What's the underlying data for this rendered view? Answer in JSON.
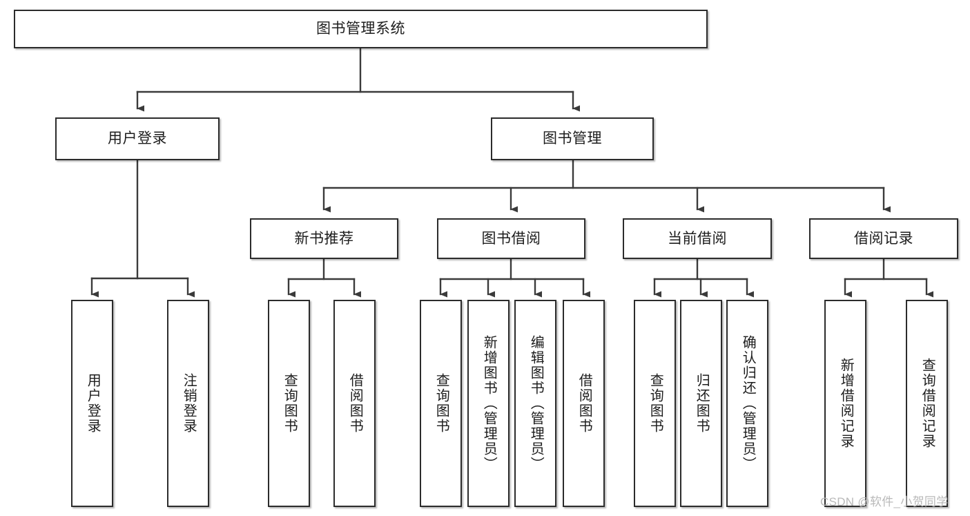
{
  "diagram": {
    "title": "图书管理系统",
    "type": "tree",
    "watermark": "CSDN @软件_小贺同学",
    "colors": {
      "box_border": "#2b2b2b",
      "box_fill": "#ffffff",
      "edge": "#3a3a3a",
      "text": "#1d1d1d",
      "watermark": "#b9b9b9",
      "background": "#ffffff"
    },
    "nodes": {
      "root": {
        "label": "图书管理系统"
      },
      "level2": [
        {
          "label": "用户登录"
        },
        {
          "label": "图书管理"
        }
      ],
      "level3": [
        {
          "label": "新书推荐"
        },
        {
          "label": "图书借阅"
        },
        {
          "label": "当前借阅"
        },
        {
          "label": "借阅记录"
        }
      ],
      "leaves": {
        "user_login": [
          {
            "label": "用户登录"
          },
          {
            "label": "注销登录"
          }
        ],
        "new_book_recommend": [
          {
            "label": "查询图书"
          },
          {
            "label": "借阅图书"
          }
        ],
        "book_borrow": [
          {
            "label": "查询图书"
          },
          {
            "label": "新增图书（管理员）"
          },
          {
            "label": "编辑图书（管理员）"
          },
          {
            "label": "借阅图书"
          }
        ],
        "current_borrow": [
          {
            "label": "查询图书"
          },
          {
            "label": "归还图书"
          },
          {
            "label": "确认归还（管理员）"
          }
        ],
        "borrow_record": [
          {
            "label": "新增借阅记录"
          },
          {
            "label": "查询借阅记录"
          }
        ]
      }
    }
  }
}
